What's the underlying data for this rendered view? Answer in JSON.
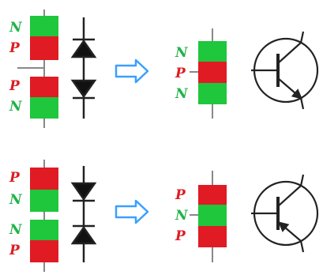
{
  "colors": {
    "n_region": "#1ec73c",
    "p_region": "#e01b24",
    "n_label": "#22b34a",
    "p_label": "#dd1c22",
    "wire": "#222222",
    "lead": "#888888",
    "arrow_stroke": "#3aa0ff",
    "arrow_fill": "#ffffff",
    "background": "#ffffff"
  },
  "npn": {
    "diode_pair": {
      "upper_labels": [
        "N",
        "P"
      ],
      "lower_labels": [
        "P",
        "N"
      ]
    },
    "block_labels": [
      "N",
      "P",
      "N"
    ],
    "symbol_icon": "npn-transistor-icon"
  },
  "pnp": {
    "diode_pair": {
      "upper_labels": [
        "P",
        "N"
      ],
      "lower_labels": [
        "N",
        "P"
      ]
    },
    "block_labels": [
      "P",
      "N",
      "P"
    ],
    "symbol_icon": "pnp-transistor-icon"
  },
  "icons": {
    "equivalence_arrow": "hollow-right-arrow-icon",
    "diode": "diode-icon"
  }
}
